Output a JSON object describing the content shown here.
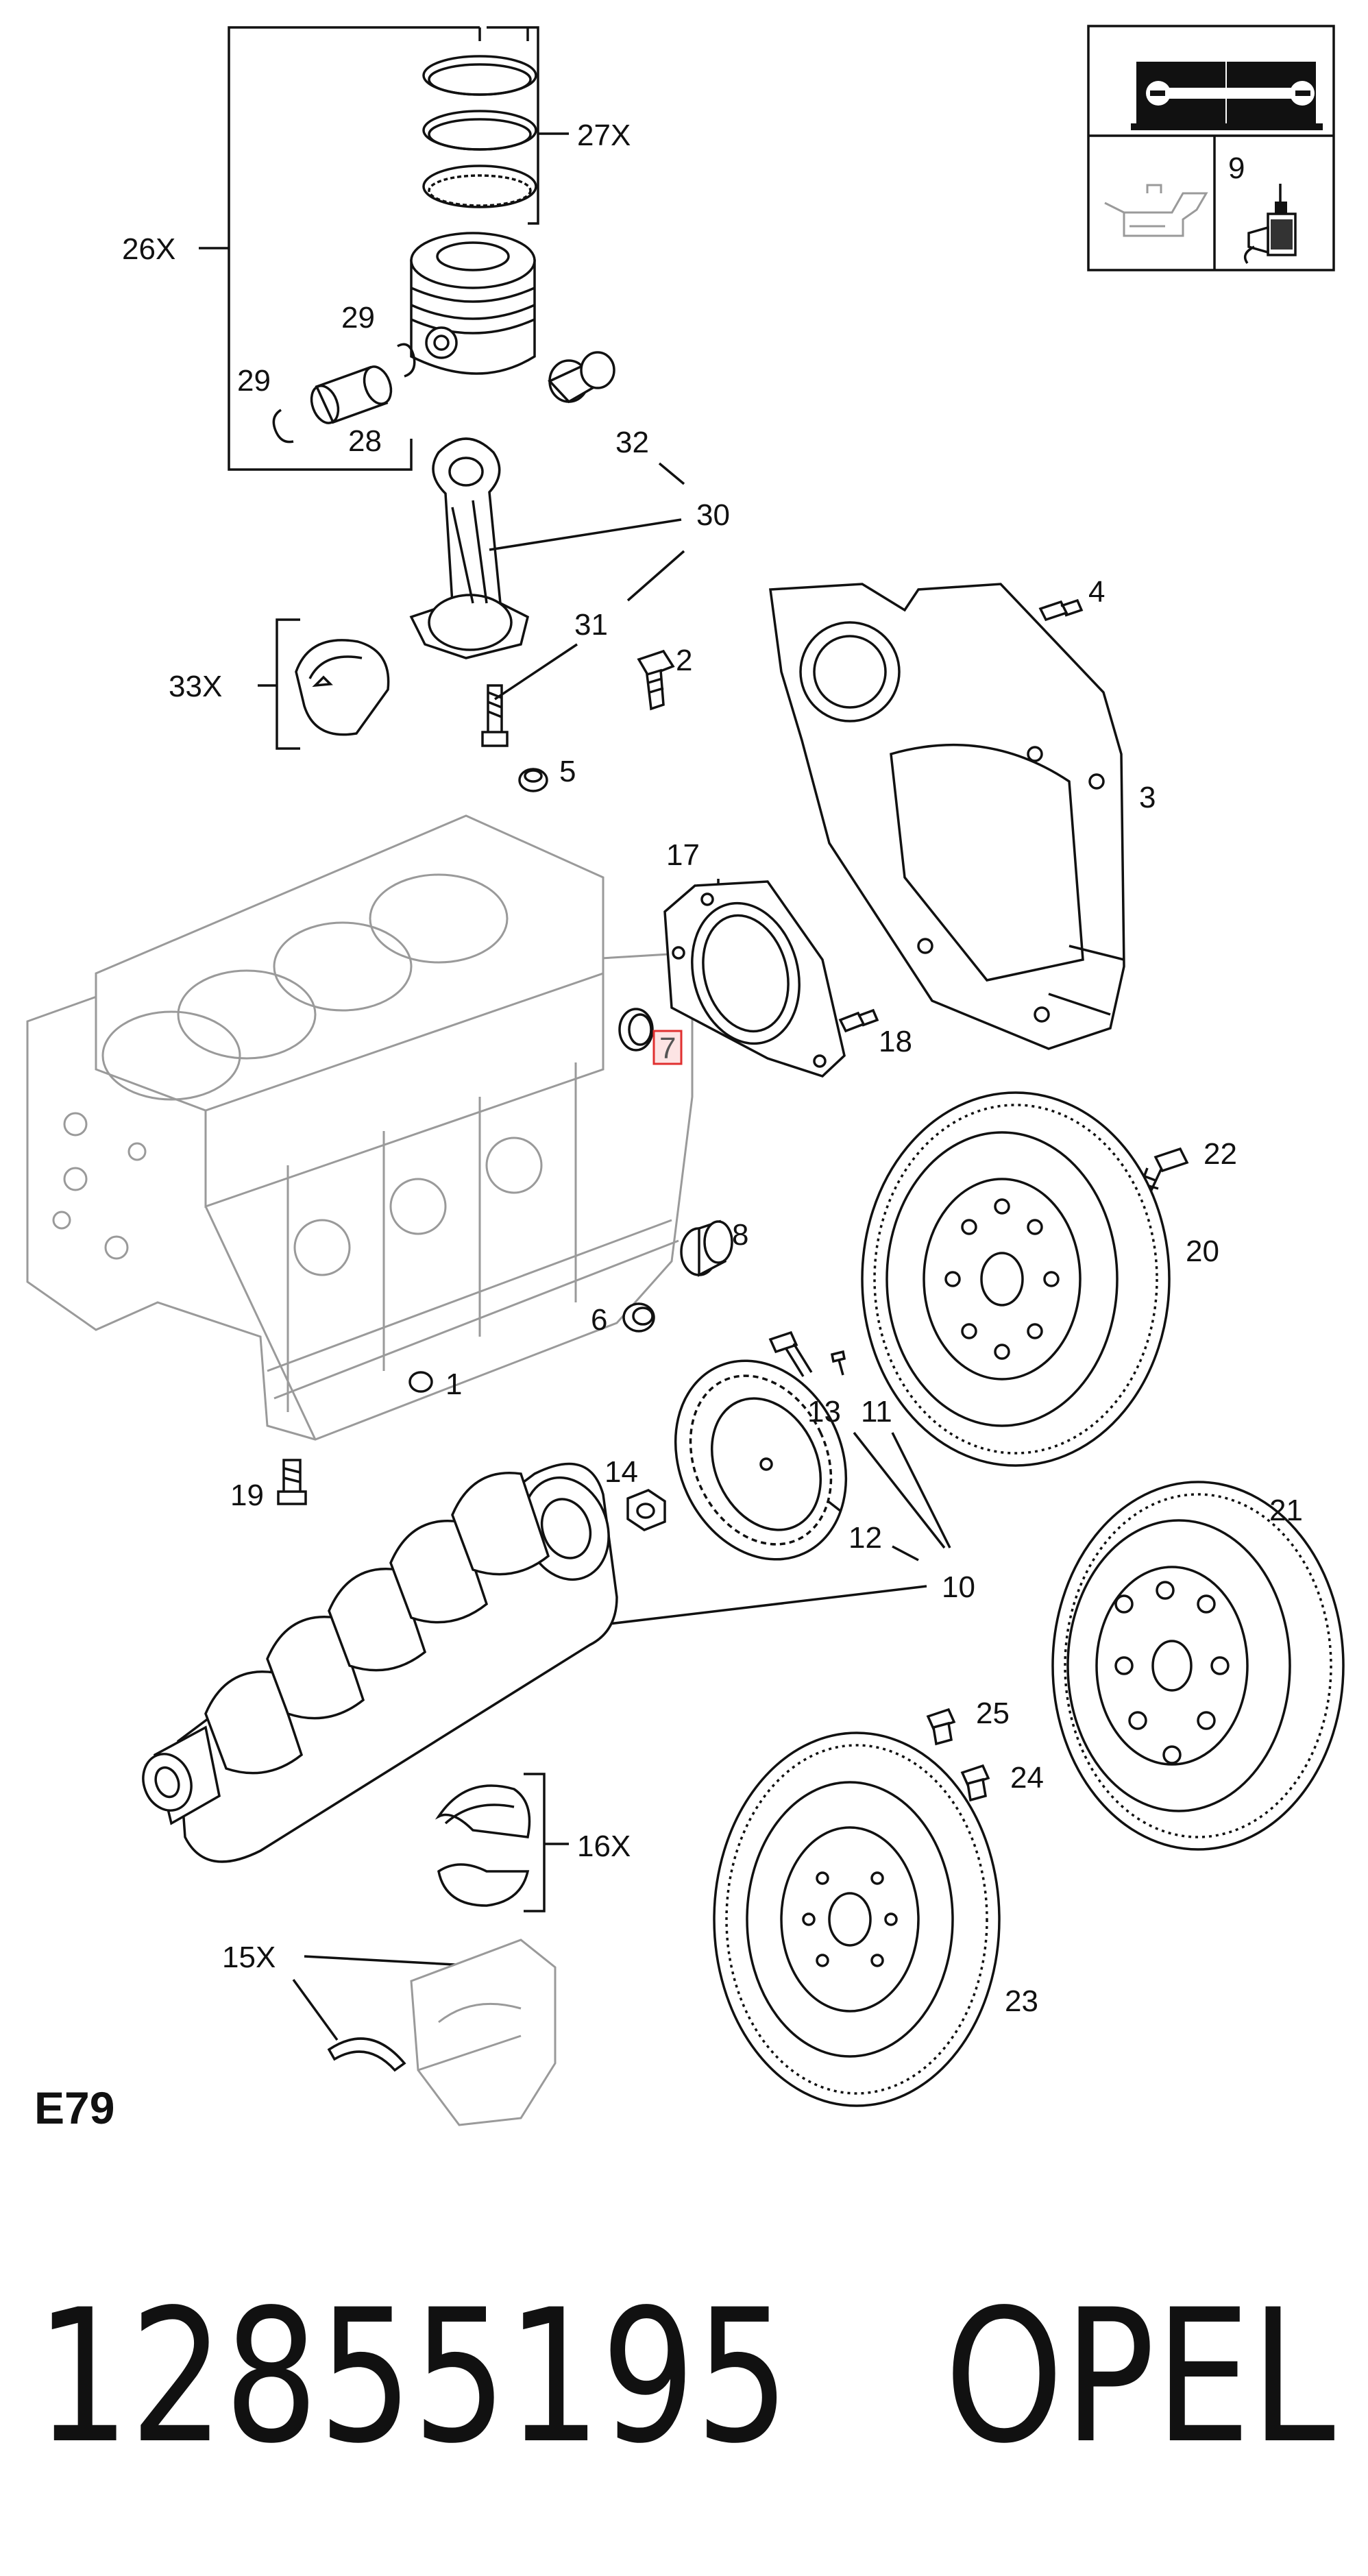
{
  "diagram": {
    "callouts": {
      "c26x": "26X",
      "c27x": "27X",
      "c29a": "29",
      "c29b": "29",
      "c28": "28",
      "c32": "32",
      "c30": "30",
      "c31": "31",
      "c33x": "33X",
      "c2": "2",
      "c4": "4",
      "c5": "5",
      "c3": "3",
      "c17": "17",
      "c7": "7",
      "c18": "18",
      "c22": "22",
      "c20": "20",
      "c8": "8",
      "c6": "6",
      "c1": "1",
      "c13": "13",
      "c11": "11",
      "c14": "14",
      "c19": "19",
      "c12": "12",
      "c10": "10",
      "c21": "21",
      "c25": "25",
      "c24": "24",
      "c16x": "16X",
      "c15x": "15X",
      "c23": "23",
      "c9": "9"
    },
    "section_code": "E79",
    "highlighted_part": "7",
    "highlight_color": "#e03030"
  },
  "footer": {
    "part_number": "12855195",
    "brand": "OPEL"
  },
  "icons": [
    "manual-tool-icon",
    "oil-can-icon",
    "sealant-tube-icon"
  ]
}
